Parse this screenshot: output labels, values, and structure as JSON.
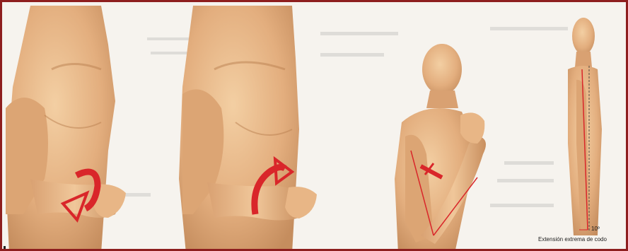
{
  "figure": {
    "caption": "Extensión extrema de codo",
    "angle_label": "10º",
    "colors": {
      "frame_border": "#8e1e1e",
      "skin": "#e9b98a",
      "skin_shadow": "#c58d5e",
      "arrow_red": "#d9262a",
      "background": "#f6f3ee"
    },
    "panels": [
      {
        "subject": "torso-forearm-pronation",
        "arrow": "rotation-arrow-down"
      },
      {
        "subject": "torso-forearm-supination",
        "arrow": "rotation-arrow-up"
      },
      {
        "subject": "elbow-flexion",
        "arrow": "flexion-angle-marker"
      },
      {
        "subject": "elbow-hyperextension",
        "arrow": "extension-angle-line"
      }
    ]
  }
}
